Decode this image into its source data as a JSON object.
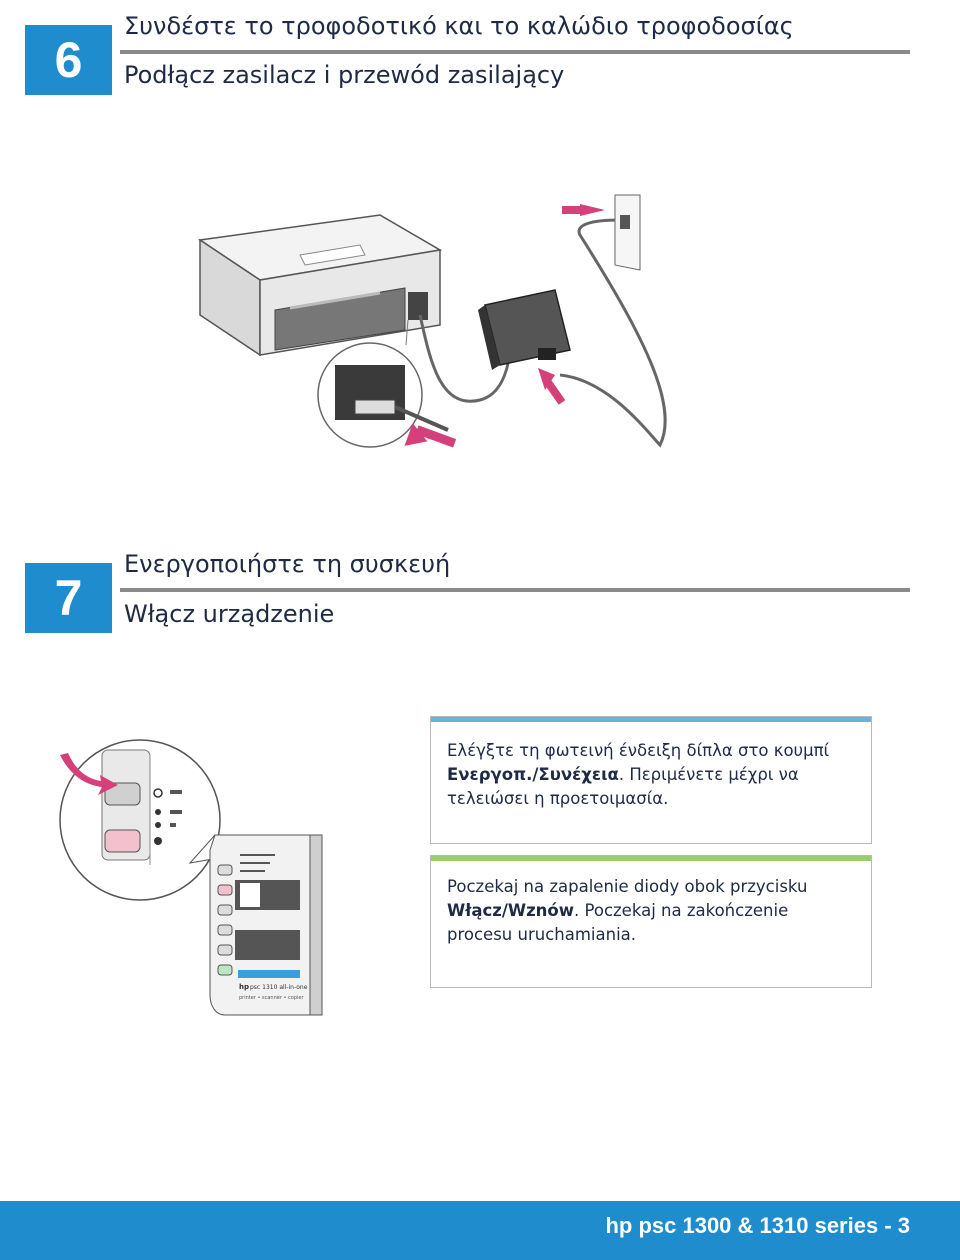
{
  "step6": {
    "number": "6",
    "title_el": "Συνδέστε το τροφοδοτικό και το καλώδιο τροφοδοσίας",
    "title_pl": "Podłącz zasilacz i przewód zasilający"
  },
  "step7": {
    "number": "7",
    "title_el": "Ενεργοποιήστε τη συσκευή",
    "title_pl": "Włącz urządzenie"
  },
  "cards": {
    "greek": {
      "line1": "Ελέγξτε τη φωτεινή ένδειξη δίπλα στο κουμπί",
      "bold": "Ενεργοπ./Συνέχεια",
      "rest": ". Περιμένετε μέχρι να",
      "line3": "τελειώσει η προετοιμασία.",
      "accent_color": "#5fb8d4"
    },
    "polish": {
      "line1": "Poczekaj na zapalenie diody obok przycisku",
      "bold": "Włącz/Wznów",
      "rest": ". Poczekaj na zakończenie",
      "line3": "procesu uruchamiania.",
      "accent_color": "#9acd6e"
    }
  },
  "panel": {
    "brand": "hp",
    "model": "psc 1310 all-in-one",
    "tagline": "printer • scanner • copier"
  },
  "footer": {
    "text": "hp psc 1300 & 1310 series - 3"
  },
  "colors": {
    "brand_blue": "#1e8ccd",
    "arrow_pink": "#d6407a"
  }
}
